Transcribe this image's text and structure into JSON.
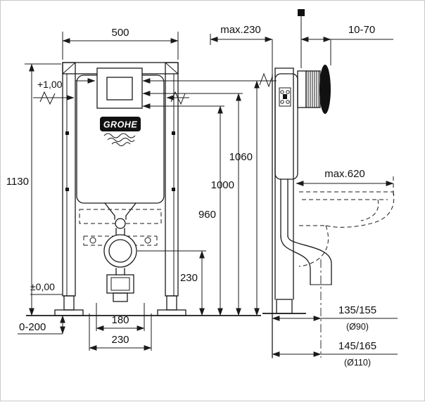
{
  "drawing": {
    "background": "#ffffff",
    "line_color": "#1a1a1a",
    "brand": {
      "logo_text": "GROHE",
      "logo_bg": "#000000",
      "logo_fg": "#ffffff"
    },
    "front_view": {
      "dims": {
        "width_top": "500",
        "height_overall": "1130",
        "level_upper": "+1,00",
        "level_floor": "±0,00",
        "foot_adjustment": "0-200",
        "spacing_inner": "180",
        "spacing_outer": "230",
        "outlet_height": "230",
        "height_960": "960",
        "height_1000": "1000",
        "height_1060": "1060"
      }
    },
    "side_view": {
      "dims": {
        "frame_depth_max": "max.230",
        "plate_depth_range": "10-70",
        "reach_max": "max.620",
        "outlet_offset_small": "135/155",
        "outlet_dia_small": "(Ø90)",
        "outlet_offset_large": "145/165",
        "outlet_dia_large": "(Ø110)"
      }
    }
  }
}
